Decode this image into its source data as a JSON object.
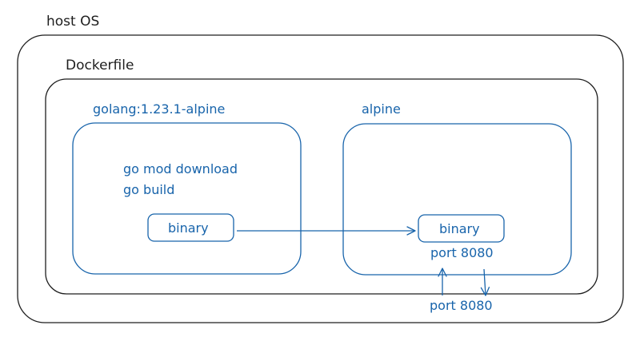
{
  "host": {
    "label": "host OS"
  },
  "dockerfile": {
    "label": "Dockerfile"
  },
  "builder": {
    "label": "golang:1.23.1-alpine",
    "commands": [
      "go mod download",
      "go build"
    ],
    "artifact": "binary"
  },
  "runtime": {
    "label": "alpine",
    "artifact": "binary",
    "container_port": "port 8080"
  },
  "host_port": "port 8080",
  "colors": {
    "outline": "#1e1e1e",
    "accent": "#1864ab"
  }
}
